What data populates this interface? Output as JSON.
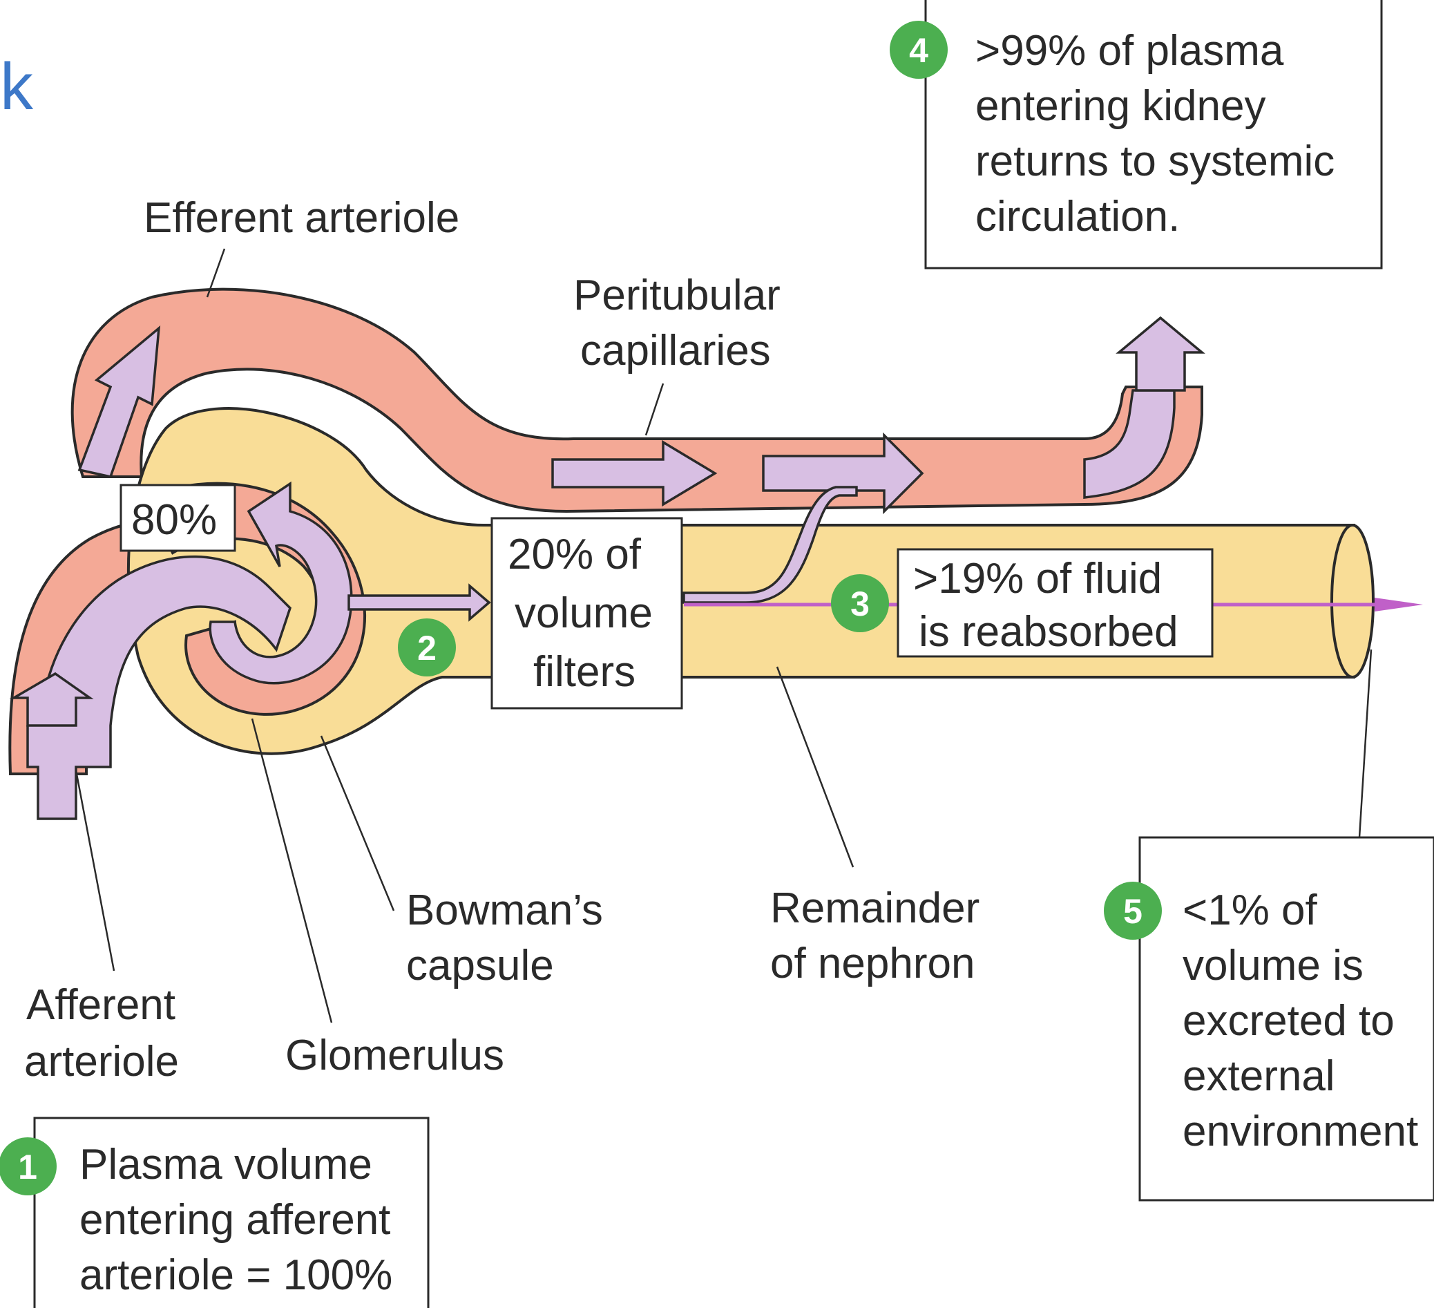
{
  "corner_letter": "k",
  "labels": {
    "efferent_arteriole": "Efferent arteriole",
    "peritubular_line1": "Peritubular",
    "peritubular_line2": "capillaries",
    "bowmans_line1": "Bowman’s",
    "bowmans_line2": "capsule",
    "remainder_line1": "Remainder",
    "remainder_line2": "of nephron",
    "afferent_line1": "Afferent",
    "afferent_line2": "arteriole",
    "glomerulus": "Glomerulus"
  },
  "percent_80": "80%",
  "filter_box": {
    "line1": "20% of",
    "line2": "volume",
    "line3": "filters"
  },
  "steps": [
    {
      "number": "1",
      "lines": [
        "Plasma volume",
        "entering afferent",
        "arteriole = 100%"
      ]
    },
    {
      "number": "2",
      "lines": []
    },
    {
      "number": "3",
      "lines": [
        ">19% of fluid",
        "is reabsorbed"
      ]
    },
    {
      "number": "4",
      "lines": [
        ">99% of plasma",
        "entering kidney",
        "returns to systemic",
        "circulation."
      ]
    },
    {
      "number": "5",
      "lines": [
        "<1% of",
        "volume is",
        "excreted to",
        "external",
        "environment"
      ]
    }
  ],
  "colors": {
    "vessel": "#f4a996",
    "fluid": "#d8bfe3",
    "capsule": "#f9dd97",
    "badge": "#4caf50",
    "filtrate_line": "#c060c8"
  }
}
